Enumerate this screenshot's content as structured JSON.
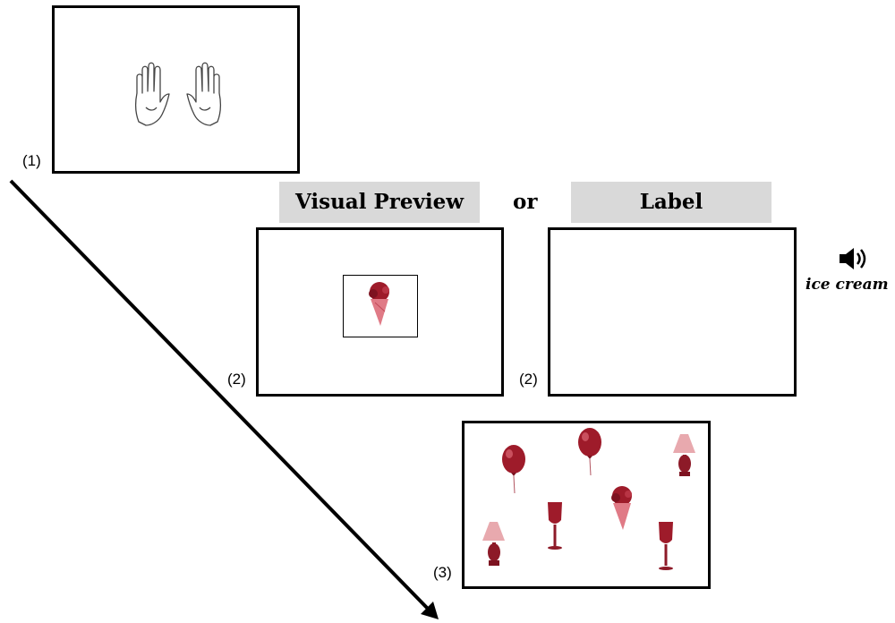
{
  "steps": {
    "one": "(1)",
    "two_a": "(2)",
    "two_b": "(2)",
    "three": "(3)"
  },
  "conditions": {
    "visual_preview": "Visual Preview",
    "connector": "or",
    "label": "Label"
  },
  "audio": {
    "icon": "speaker-icon",
    "word": "ice cream"
  },
  "colors": {
    "header_bg": "#d9d9d9",
    "object_red": "#9e1b2a",
    "object_light": "#e8a9ae"
  }
}
